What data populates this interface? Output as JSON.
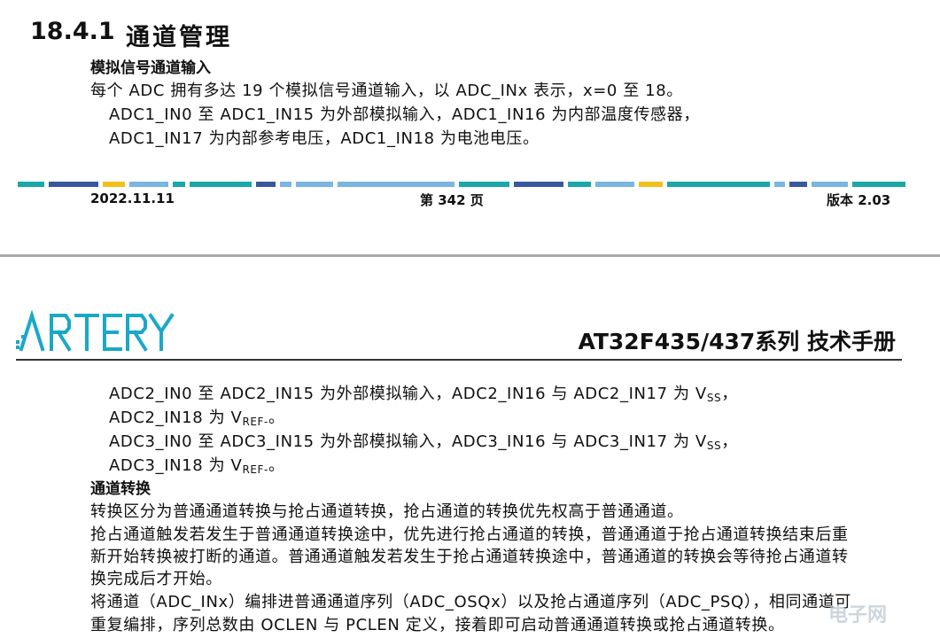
{
  "top": {
    "section_number": "18.4.1",
    "section_title": "通道管理",
    "subheading": "模拟信号通道输入",
    "paragraph": "每个 ADC 拥有多达 19 个模拟信号通道输入，以 ADC_INx 表示，x=0 至 18。",
    "line_1": "ADC1_IN0 至 ADC1_IN15 为外部模拟输入，ADC1_IN16 为内部温度传感器，",
    "line_2": "ADC1_IN17 为内部参考电压，ADC1_IN18 为电池电压。"
  },
  "footer": {
    "date": "2022.11.11",
    "page": "第  342  页",
    "version": "版本  2.03"
  },
  "header": {
    "logo_text": "ARTERY",
    "doc_title": "AT32F435/437系列  技术手册"
  },
  "body": {
    "adc2_line1_a": "ADC2_IN0 至 ADC2_IN15 为外部模拟输入，ADC2_IN16 与 ADC2_IN17 为 V",
    "adc2_line1_sub": "SS",
    "adc2_line1_end": "，",
    "adc2_line2_a": "ADC2_IN18 为 V",
    "adc2_line2_sub": "REF-",
    "adc2_line2_end": "。",
    "adc3_line1_a": "ADC3_IN0 至 ADC3_IN15 为外部模拟输入，ADC3_IN16 与 ADC3_IN17 为 V",
    "adc3_line1_sub": "SS",
    "adc3_line1_end": "，",
    "adc3_line2_a": "ADC3_IN18 为 V",
    "adc3_line2_sub": "REF-",
    "adc3_line2_end": "。",
    "subheading": "通道转换",
    "p1": "转换区分为普通通道转换与抢占通道转换，抢占通道的转换优先权高于普通通道。",
    "p2_l1": "抢占通道触发若发生于普通通道转换途中，优先进行抢占通道的转换，普通通道于抢占通道转换结束后重",
    "p2_l2": "新开始转换被打断的通道。普通通道触发若发生于抢占通道转换途中，普通通道的转换会等待抢占通道转",
    "p2_l3": "换完成后才开始。",
    "p3_l1": "将通道（ADC_INx）编排进普通通道序列（ADC_OSQx）以及抢占通道序列（ADC_PSQ），相同通道可",
    "p3_l2": "重复编排，序列总数由 OCLEN 与 PCLEN 定义，接着即可启动普通通道转换或抢占通道转换。"
  },
  "watermark": {
    "text": "电子网"
  },
  "colors": {
    "teal": "#1aa8a8",
    "navy": "#3a58a0",
    "yellow": "#f2c01c",
    "lightblue": "#7ab6e0",
    "logo": "#1aa8c8"
  }
}
